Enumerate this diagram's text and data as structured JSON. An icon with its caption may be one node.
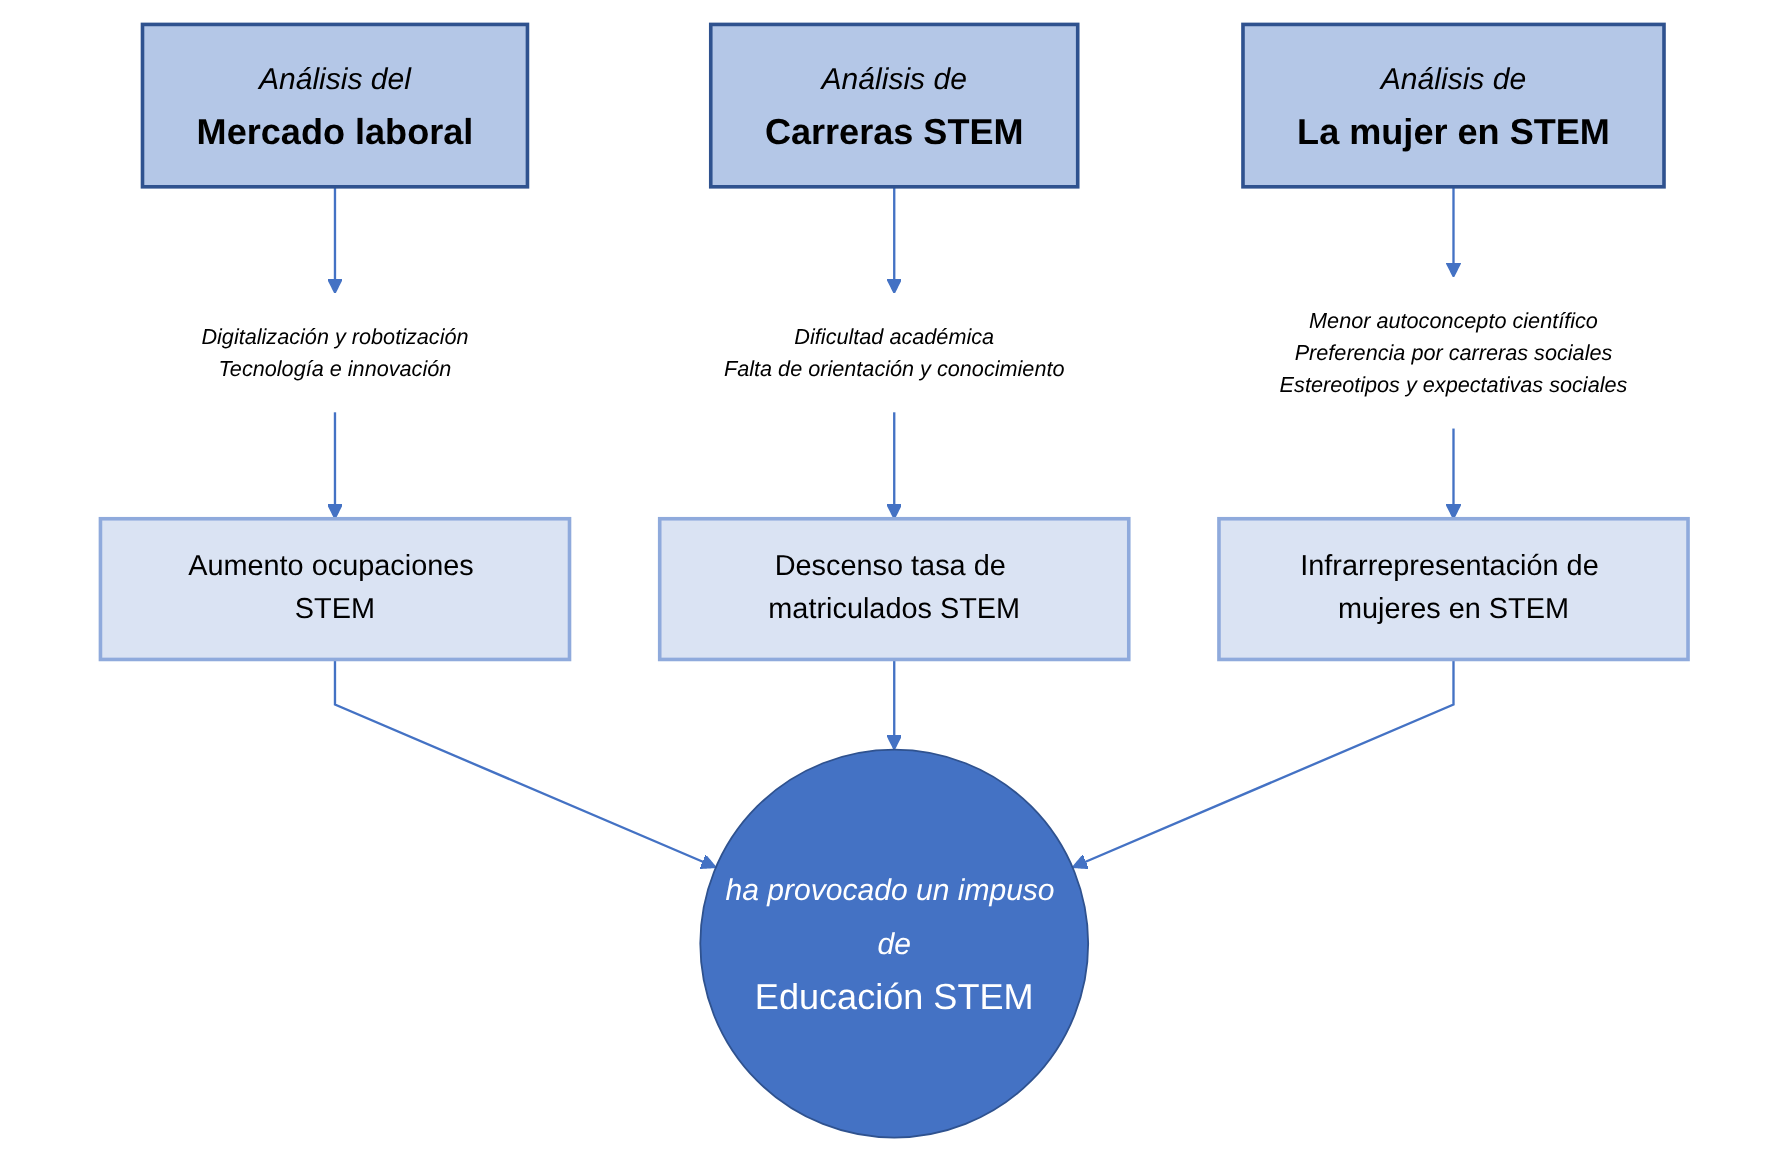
{
  "diagram": {
    "nodes": [
      {
        "text": [
          "Análisis del",
          "Mercado laboral"
        ]
      },
      {
        "text": [
          "Análisis de",
          "Carreras STEM"
        ]
      },
      {
        "text": [
          "Análisis de",
          "La mujer en STEM"
        ]
      },
      {
        "text": [
          "Digitalización y robotización",
          "Tecnología e innovación"
        ]
      },
      {
        "text": [
          "Dificultad académica",
          "Falta de orientación y conocimiento"
        ]
      },
      {
        "text": [
          "Menor autoconcepto científico",
          "Preferencia por carreras sociales",
          "Estereotipos y expectativas sociales"
        ]
      },
      {
        "text": [
          "Aumento ocupaciones STEM"
        ]
      },
      {
        "text": [
          "Descenso tasa de matriculados STEM"
        ]
      },
      {
        "text": [
          "Infrarrepresentación de mujeres en STEM"
        ]
      },
      {
        "text": [
          "ha provocado un impuso de",
          "Educación STEM"
        ]
      }
    ],
    "edges": [
      {
        "from": 0,
        "to": 3,
        "arrow": "to"
      },
      {
        "from": 3,
        "to": 6,
        "arrow": "to"
      },
      {
        "from": 1,
        "to": 4,
        "arrow": "to"
      },
      {
        "from": 4,
        "to": 7,
        "arrow": "to"
      },
      {
        "from": 2,
        "to": 5,
        "arrow": "to"
      },
      {
        "from": 5,
        "to": 8,
        "arrow": "to"
      },
      {
        "from": 6,
        "to": 9,
        "arrow": "to"
      },
      {
        "from": 7,
        "to": 9,
        "arrow": "to"
      },
      {
        "from": 8,
        "to": 9,
        "arrow": "to"
      }
    ]
  }
}
